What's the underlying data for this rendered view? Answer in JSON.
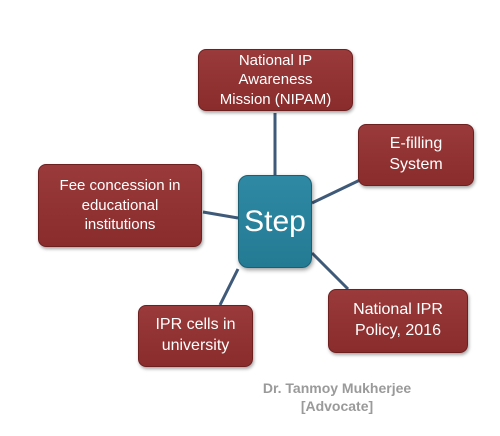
{
  "diagram": {
    "center_label": "Step",
    "nodes": [
      {
        "id": "nipam",
        "label": "National IP Awareness\nMission (NIPAM)"
      },
      {
        "id": "efile",
        "label": "E-filling\nSystem"
      },
      {
        "id": "fee",
        "label": "Fee concession in\neducational\ninstitutions"
      },
      {
        "id": "ipr",
        "label": "IPR cells in\nuniversity"
      },
      {
        "id": "policy",
        "label": "National IPR\nPolicy, 2016"
      }
    ]
  },
  "credit": {
    "name": "Dr. Tanmoy Mukherjee",
    "role": "[Advocate]"
  },
  "colors": {
    "box_fill": "#953535",
    "hub_fill": "#2a84a0",
    "connector": "#3f5a78",
    "credit_text": "#9a9a9a"
  }
}
